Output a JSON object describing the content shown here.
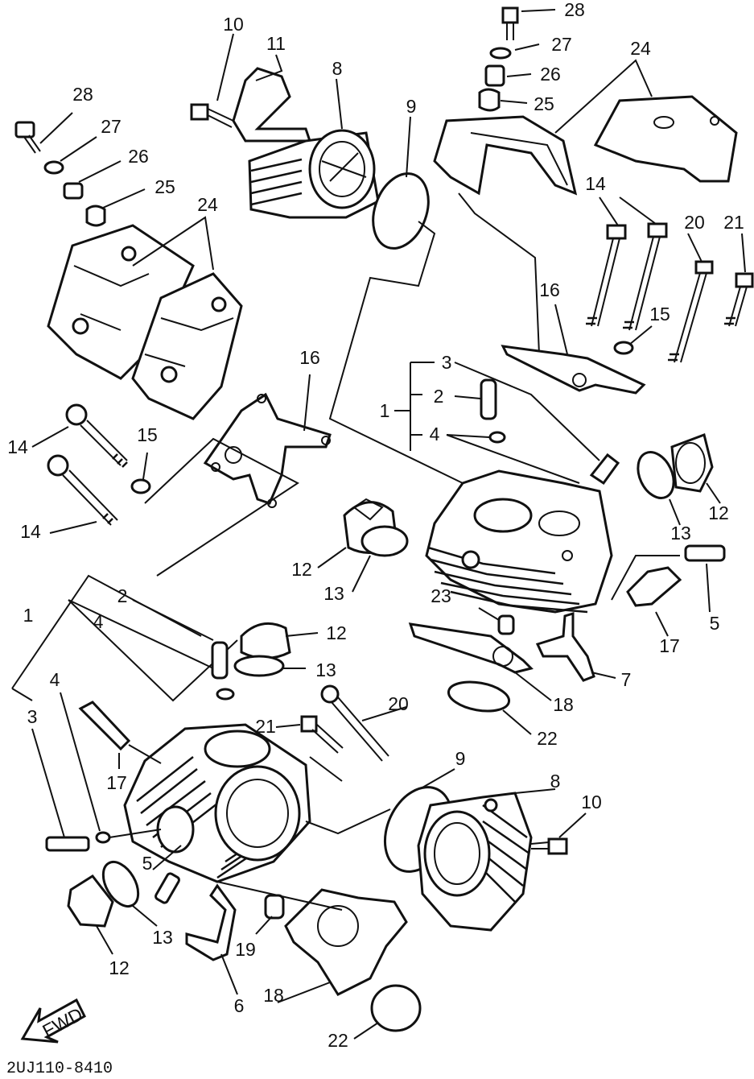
{
  "diagram": {
    "drawing_code": "2UJ110-8410",
    "fwd_label": "FWD",
    "callouts": [
      {
        "id": "c28a",
        "label": "28"
      },
      {
        "id": "c27a",
        "label": "27"
      },
      {
        "id": "c26a",
        "label": "26"
      },
      {
        "id": "c25a",
        "label": "25"
      },
      {
        "id": "c24a",
        "label": "24"
      },
      {
        "id": "c14a",
        "label": "14"
      },
      {
        "id": "c20a",
        "label": "20"
      },
      {
        "id": "c21a",
        "label": "21"
      },
      {
        "id": "c16a",
        "label": "16"
      },
      {
        "id": "c15a",
        "label": "15"
      },
      {
        "id": "c3a",
        "label": "3"
      },
      {
        "id": "c2a",
        "label": "2"
      },
      {
        "id": "c1a",
        "label": "1"
      },
      {
        "id": "c4a",
        "label": "4"
      },
      {
        "id": "c12a",
        "label": "12"
      },
      {
        "id": "c13a",
        "label": "13"
      },
      {
        "id": "c12b",
        "label": "12"
      },
      {
        "id": "c13b",
        "label": "13"
      },
      {
        "id": "c5a",
        "label": "5"
      },
      {
        "id": "c17a",
        "label": "17"
      },
      {
        "id": "c23a",
        "label": "23"
      },
      {
        "id": "c7a",
        "label": "7"
      },
      {
        "id": "c18a",
        "label": "18"
      },
      {
        "id": "c22a",
        "label": "22"
      },
      {
        "id": "c10a",
        "label": "10"
      },
      {
        "id": "c11a",
        "label": "11"
      },
      {
        "id": "c8a",
        "label": "8"
      },
      {
        "id": "c9a",
        "label": "9"
      },
      {
        "id": "c28b",
        "label": "28"
      },
      {
        "id": "c27b",
        "label": "27"
      },
      {
        "id": "c26b",
        "label": "26"
      },
      {
        "id": "c25b",
        "label": "25"
      },
      {
        "id": "c24b",
        "label": "24"
      },
      {
        "id": "c14b",
        "label": "14"
      },
      {
        "id": "c15b",
        "label": "15"
      },
      {
        "id": "c16b",
        "label": "16"
      },
      {
        "id": "c14c",
        "label": "14"
      },
      {
        "id": "c2b",
        "label": "2"
      },
      {
        "id": "c4b",
        "label": "4"
      },
      {
        "id": "c1b",
        "label": "1"
      },
      {
        "id": "c4c",
        "label": "4"
      },
      {
        "id": "c3b",
        "label": "3"
      },
      {
        "id": "c12c",
        "label": "12"
      },
      {
        "id": "c13c",
        "label": "13"
      },
      {
        "id": "c20b",
        "label": "20"
      },
      {
        "id": "c21b",
        "label": "21"
      },
      {
        "id": "c17b",
        "label": "17"
      },
      {
        "id": "c9b",
        "label": "9"
      },
      {
        "id": "c8b",
        "label": "8"
      },
      {
        "id": "c10b",
        "label": "10"
      },
      {
        "id": "c5b",
        "label": "5"
      },
      {
        "id": "c13d",
        "label": "13"
      },
      {
        "id": "c12d",
        "label": "12"
      },
      {
        "id": "c19a",
        "label": "19"
      },
      {
        "id": "c6a",
        "label": "6"
      },
      {
        "id": "c18b",
        "label": "18"
      },
      {
        "id": "c22b",
        "label": "22"
      }
    ]
  }
}
